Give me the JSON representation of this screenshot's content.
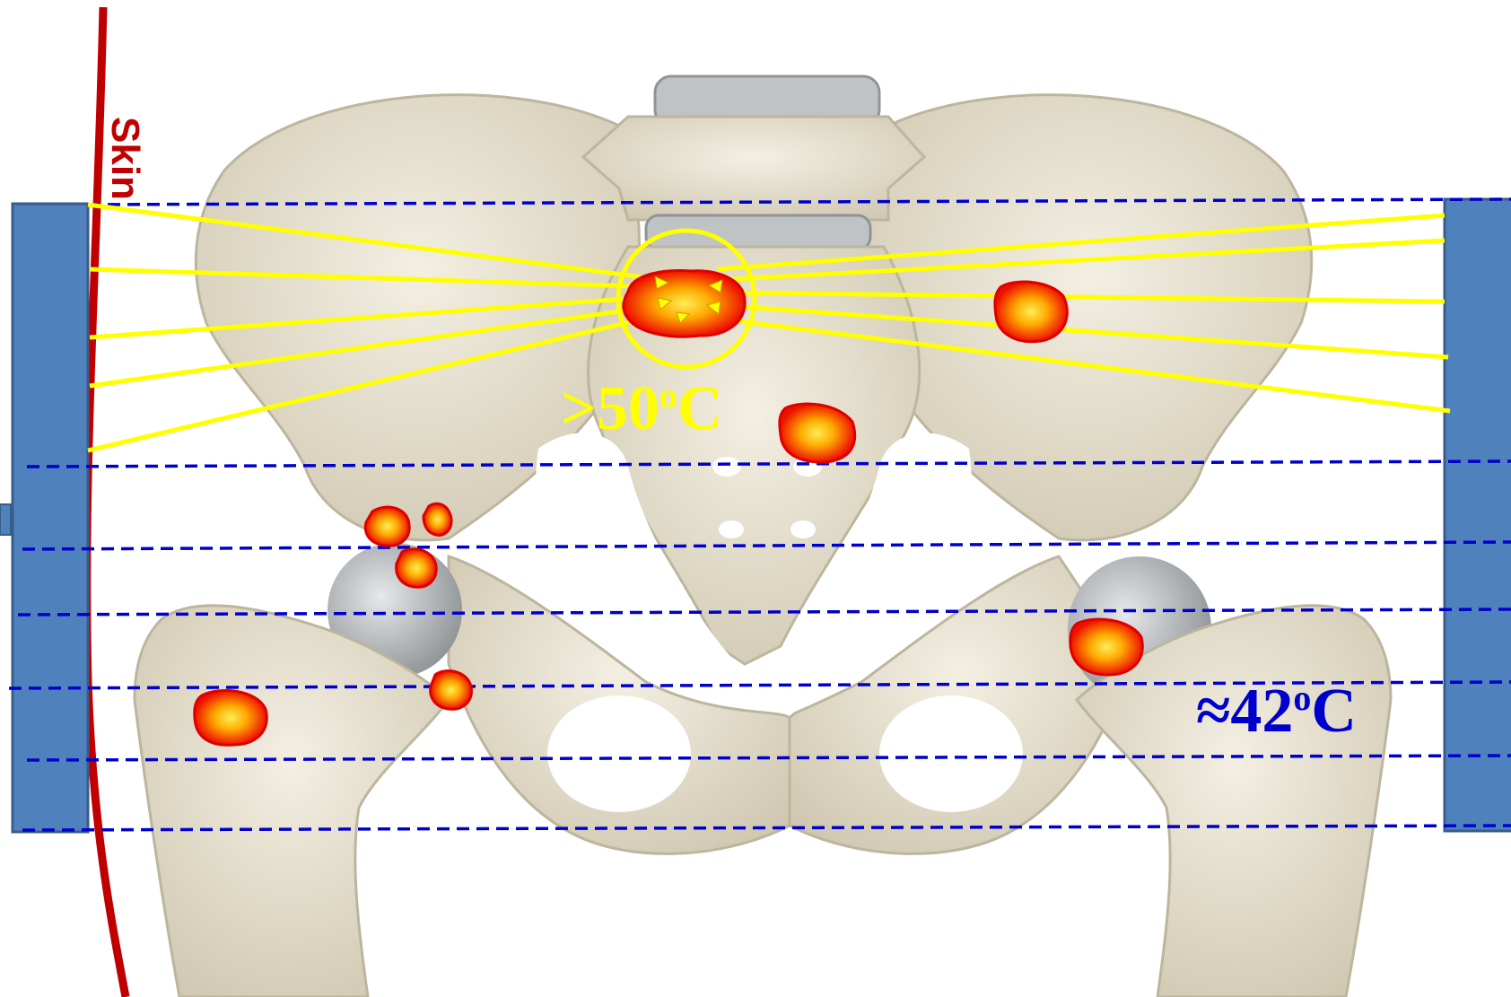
{
  "labels": {
    "skin": "Skin",
    "hot_prefix": ">50",
    "hot_sup": "o",
    "hot_suffix": "C",
    "cool_prefix": "≈42",
    "cool_sup": "o",
    "cool_suffix": "C"
  },
  "colors": {
    "electrode": "#4f81bd",
    "electrode_edge": "#385d8a",
    "skin": "#c00000",
    "field_line": "#0000cc",
    "focus_ray": "#ffff00",
    "hot_label": "#ffff00",
    "cool_label": "#0000cc",
    "hotspot_core": "#ffcc00",
    "hotspot_edge": "#ff0000",
    "bone": "#e8e2cf",
    "bone_shadow": "#b8b09a",
    "cartilage": "#b9bdbf"
  },
  "icons": {
    "hotspot": "tumor-hotspot-icon",
    "focus": "focus-circle-icon"
  }
}
